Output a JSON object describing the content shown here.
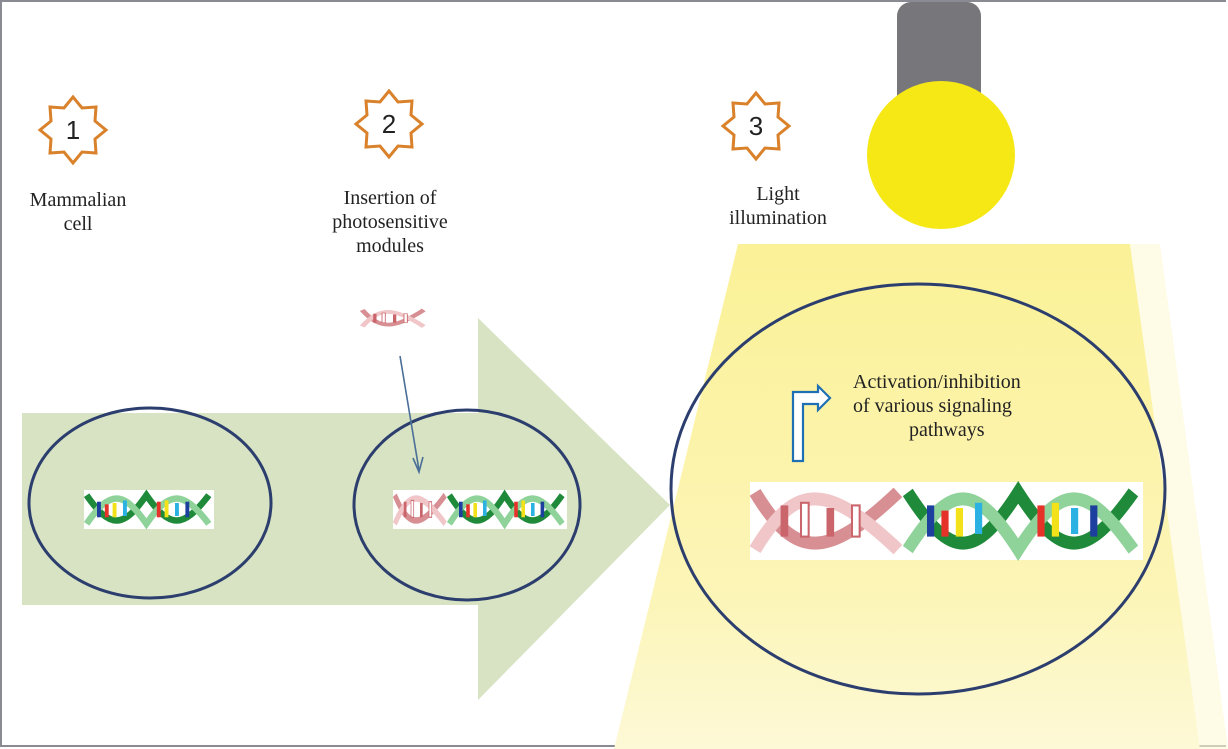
{
  "diagram": {
    "steps": [
      {
        "number": "1",
        "label_lines": [
          "Mammalian",
          "cell"
        ]
      },
      {
        "number": "2",
        "label_lines": [
          "Insertion of",
          "photosensitive",
          "modules"
        ]
      },
      {
        "number": "3",
        "label_lines": [
          "Light",
          "illumination"
        ]
      }
    ],
    "outcome_lines": [
      "Activation/inhibition",
      "of various signaling",
      "pathways"
    ],
    "icons": {
      "step_badge": "eight-point-star-icon",
      "light_source": "light-bulb-icon",
      "outcome_arrow": "bent-arrow-icon",
      "dna": "dna-double-helix-icon"
    },
    "colors": {
      "badge_stroke": "#d9822b",
      "process_arrow": "#d7e3c3",
      "cell_outline": "#2c3e6e",
      "light_beam": "#fbf29a",
      "bulb": "#f6e814",
      "bulb_base": "#77777b",
      "native_dna": "#2e9a4a",
      "inserted_dna": "#e8b3b6",
      "outcome_arrow": "#1f6fb5"
    }
  }
}
